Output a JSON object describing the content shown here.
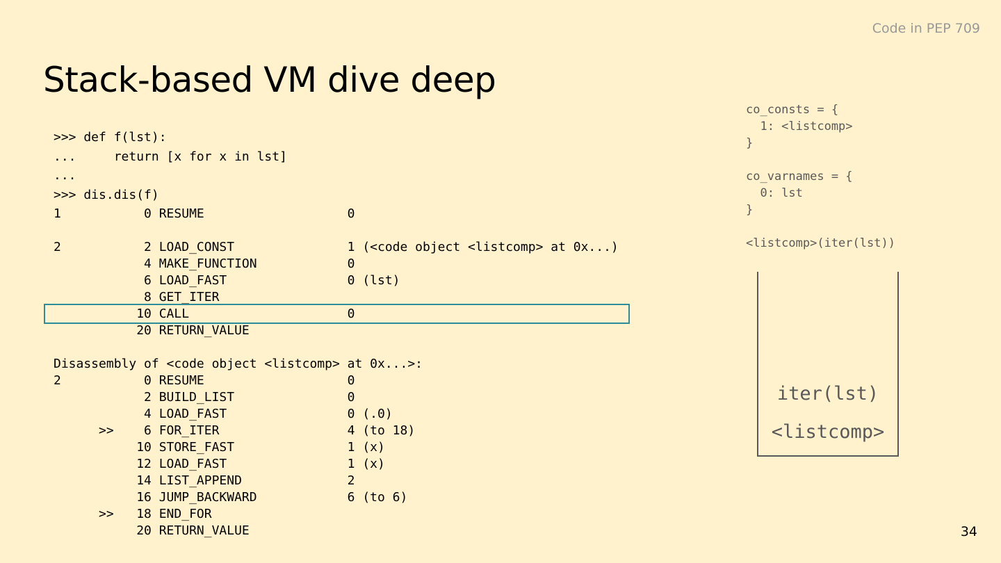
{
  "slide": {
    "corner_label": "Code in PEP 709",
    "title": "Stack-based VM dive deep",
    "page_number": "34"
  },
  "repl_lines": [
    ">>> def f(lst):",
    "...     return [x for x in lst]",
    "...",
    ">>> dis.dis(f)"
  ],
  "disassembly_lines": [
    "1           0 RESUME                   0",
    "",
    "2           2 LOAD_CONST               1 (<code object <listcomp> at 0x...)",
    "            4 MAKE_FUNCTION            0",
    "            6 LOAD_FAST                0 (lst)",
    "            8 GET_ITER",
    "           10 CALL                     0",
    "           20 RETURN_VALUE",
    "",
    "Disassembly of <code object <listcomp> at 0x...>:",
    "2           0 RESUME                   0",
    "            2 BUILD_LIST               0",
    "            4 LOAD_FAST                0 (.0)",
    "      >>    6 FOR_ITER                 4 (to 18)",
    "           10 STORE_FAST               1 (x)",
    "           12 LOAD_FAST                1 (x)",
    "           14 LIST_APPEND              2",
    "           16 JUMP_BACKWARD            6 (to 6)",
    "      >>   18 END_FOR",
    "           20 RETURN_VALUE"
  ],
  "highlighted_instruction": "10 CALL 0",
  "side_code_lines": [
    "co_consts = {",
    "  1: <listcomp>",
    "}",
    "",
    "co_varnames = {",
    "  0: lst",
    "}",
    "",
    "<listcomp>(iter(lst))"
  ],
  "stack": {
    "top": "iter(lst)",
    "bottom": "<listcomp>"
  },
  "colors": {
    "background": "#fff2cc",
    "highlight_border": "#2c8c99",
    "muted_text": "#595959",
    "corner_label": "#999999"
  }
}
